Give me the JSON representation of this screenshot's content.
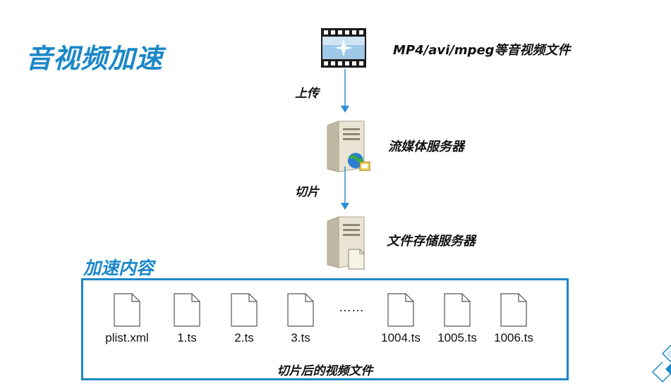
{
  "title": "音视频加速",
  "nodes": {
    "video": {
      "label": "MP4/avi/mpeg等音视频文件",
      "icon": "film-icon"
    },
    "stream_server": {
      "label": "流媒体服务器",
      "icon": "server-globe-icon"
    },
    "storage_server": {
      "label": "文件存储服务器",
      "icon": "server-file-icon"
    }
  },
  "edges": {
    "upload": "上传",
    "slice": "切片"
  },
  "section": {
    "label": "加速内容",
    "files": [
      "plist.xml",
      "1.ts",
      "2.ts",
      "3.ts",
      "1004.ts",
      "1005.ts",
      "1006.ts"
    ],
    "ellipsis": "……",
    "caption": "切片后的视频文件"
  },
  "colors": {
    "accent": "#1b88c8",
    "arrow": "#2a8fd6",
    "text": "#111111"
  }
}
